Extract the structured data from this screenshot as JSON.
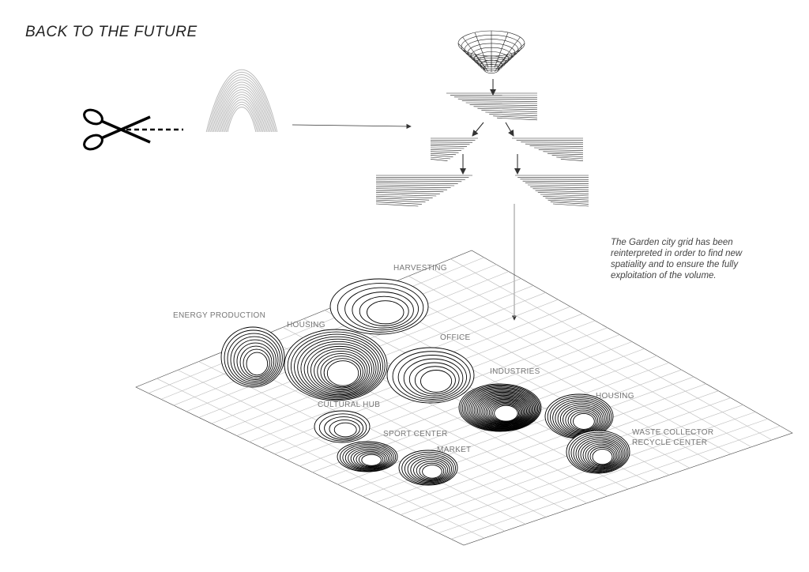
{
  "title": "BACK TO THE FUTURE",
  "note": "The Garden city grid has been reinterpreted in order to find new spatiality and to ensure the fully exploitation of the volume.",
  "zones": {
    "energy": "ENERGY PRODUCTION",
    "housing1": "HOUSING",
    "harvesting": "HARVESTING",
    "office": "OFFICE",
    "industries": "INDUSTRIES",
    "housing2": "HOUSING",
    "waste1": "WASTE COLLECTOR",
    "waste2": "RECYCLE CENTER",
    "cultural": "CULTURAL HUB",
    "sport": "SPORT CENTER",
    "market": "MARKET"
  },
  "icons": [
    "scissors-icon",
    "arrow-right-icon",
    "arrow-down-icon"
  ]
}
